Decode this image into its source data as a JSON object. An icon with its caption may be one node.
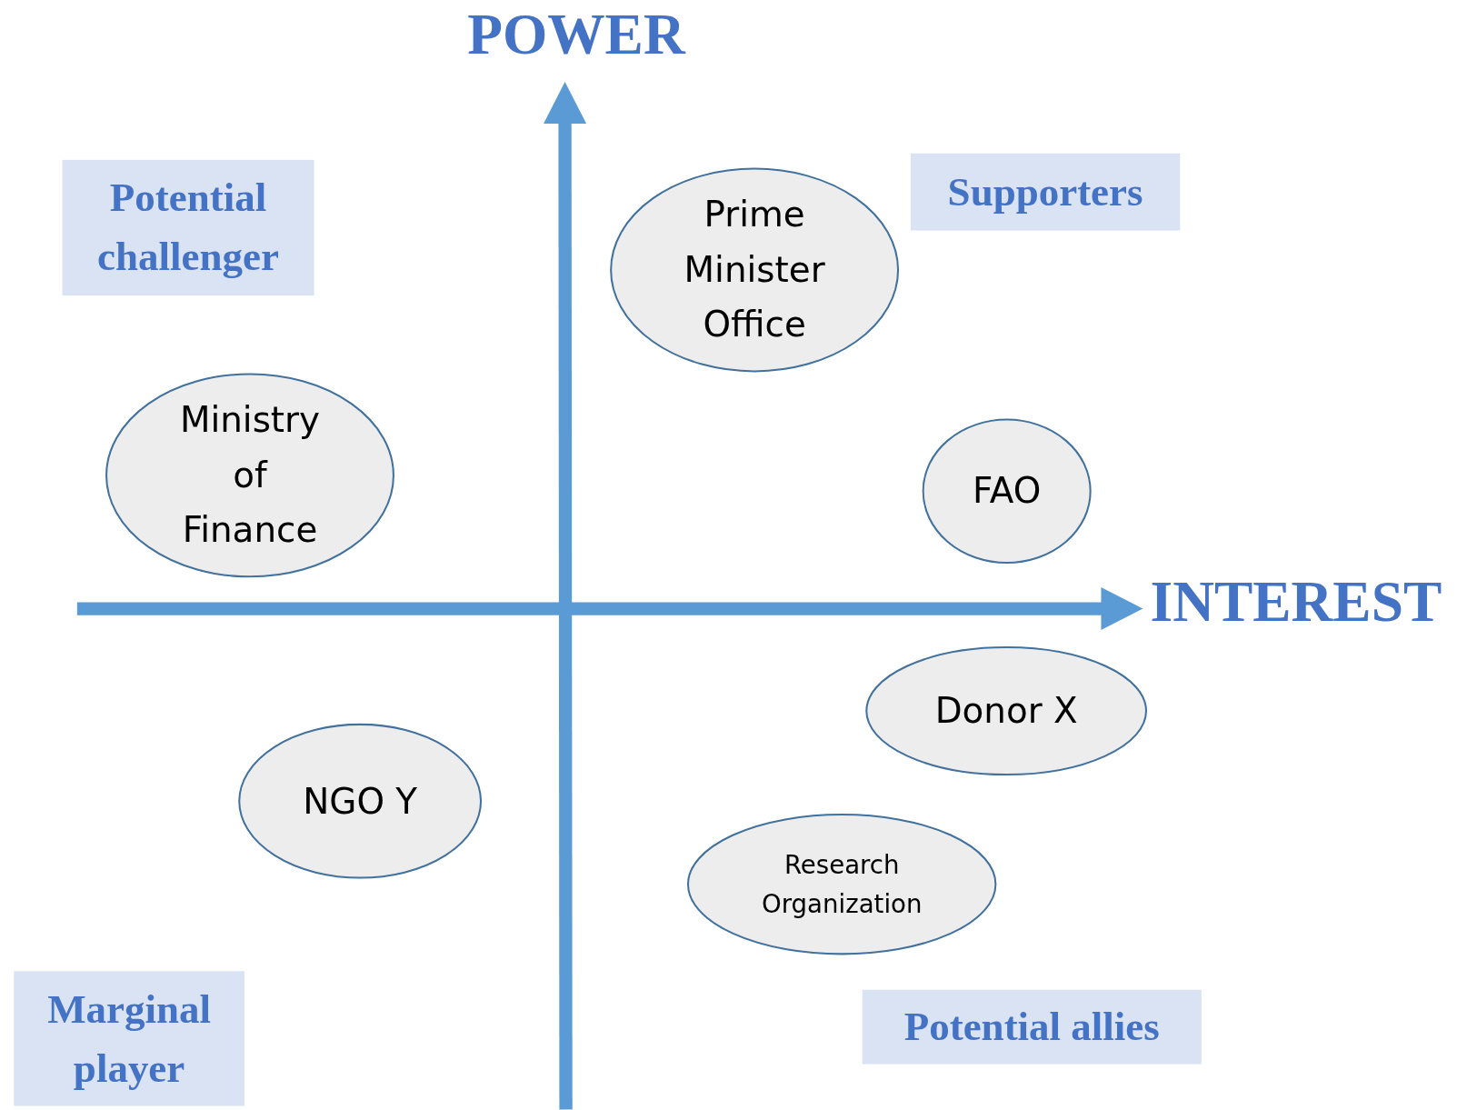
{
  "diagram": {
    "nodes": [
      {
        "text": [
          "Potential challenger"
        ]
      },
      {
        "text": [
          "Prime Minister Office"
        ]
      },
      {
        "text": [
          "Supporters"
        ]
      },
      {
        "text": [
          "Ministry of Finance"
        ]
      },
      {
        "text": [
          "FAO"
        ]
      },
      {
        "text": [
          "Donor X"
        ]
      },
      {
        "text": [
          "NGO Y"
        ]
      },
      {
        "text": [
          "Research Organization"
        ]
      },
      {
        "text": [
          "Marginal player"
        ]
      },
      {
        "text": [
          "Potential allies"
        ]
      }
    ],
    "edges": [],
    "labels": [
      "POWER",
      "INTEREST"
    ]
  }
}
